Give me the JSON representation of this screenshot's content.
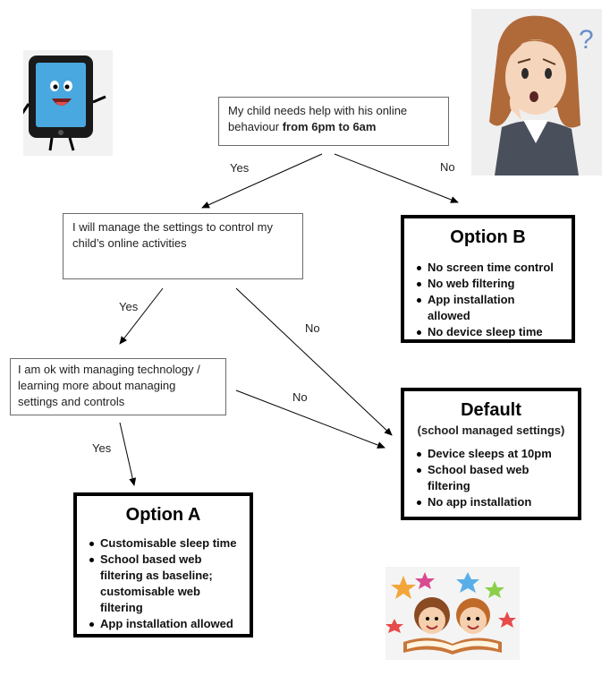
{
  "questions": {
    "q1": {
      "text": "My child needs help with his online behaviour ",
      "bold": "from 6pm to 6am"
    },
    "q2": {
      "text": "I will manage the settings to control my child’s online activities"
    },
    "q3": {
      "text": "I am ok with managing technology / learning more about managing settings and controls"
    }
  },
  "edges": {
    "q1_yes": "Yes",
    "q1_no": "No",
    "q2_yes": "Yes",
    "q2_no": "No",
    "q3_yes": "Yes",
    "q3_no": "No"
  },
  "options": {
    "option_b": {
      "title": "Option B",
      "items": [
        "No screen time control",
        "No web filtering",
        "App installation allowed",
        "No device sleep time"
      ]
    },
    "default": {
      "title": "Default",
      "subtitle": "(school managed settings)",
      "items": [
        "Device sleeps at 10pm",
        "School based web filtering",
        "No app installation"
      ]
    },
    "option_a": {
      "title": "Option A",
      "items": [
        "Customisable sleep time",
        "School based web filtering as baseline; customisable web filtering",
        "App installation allowed"
      ]
    }
  },
  "illustrations": {
    "tablet": "tablet-character",
    "woman": "thinking-woman",
    "kids": "kids-reading"
  },
  "colors": {
    "border": "#000000",
    "question_border": "#6b6b6b",
    "tablet_screen": "#4aa8e0",
    "woman_hair": "#b06a3a",
    "woman_suit": "#4a4f5c"
  }
}
